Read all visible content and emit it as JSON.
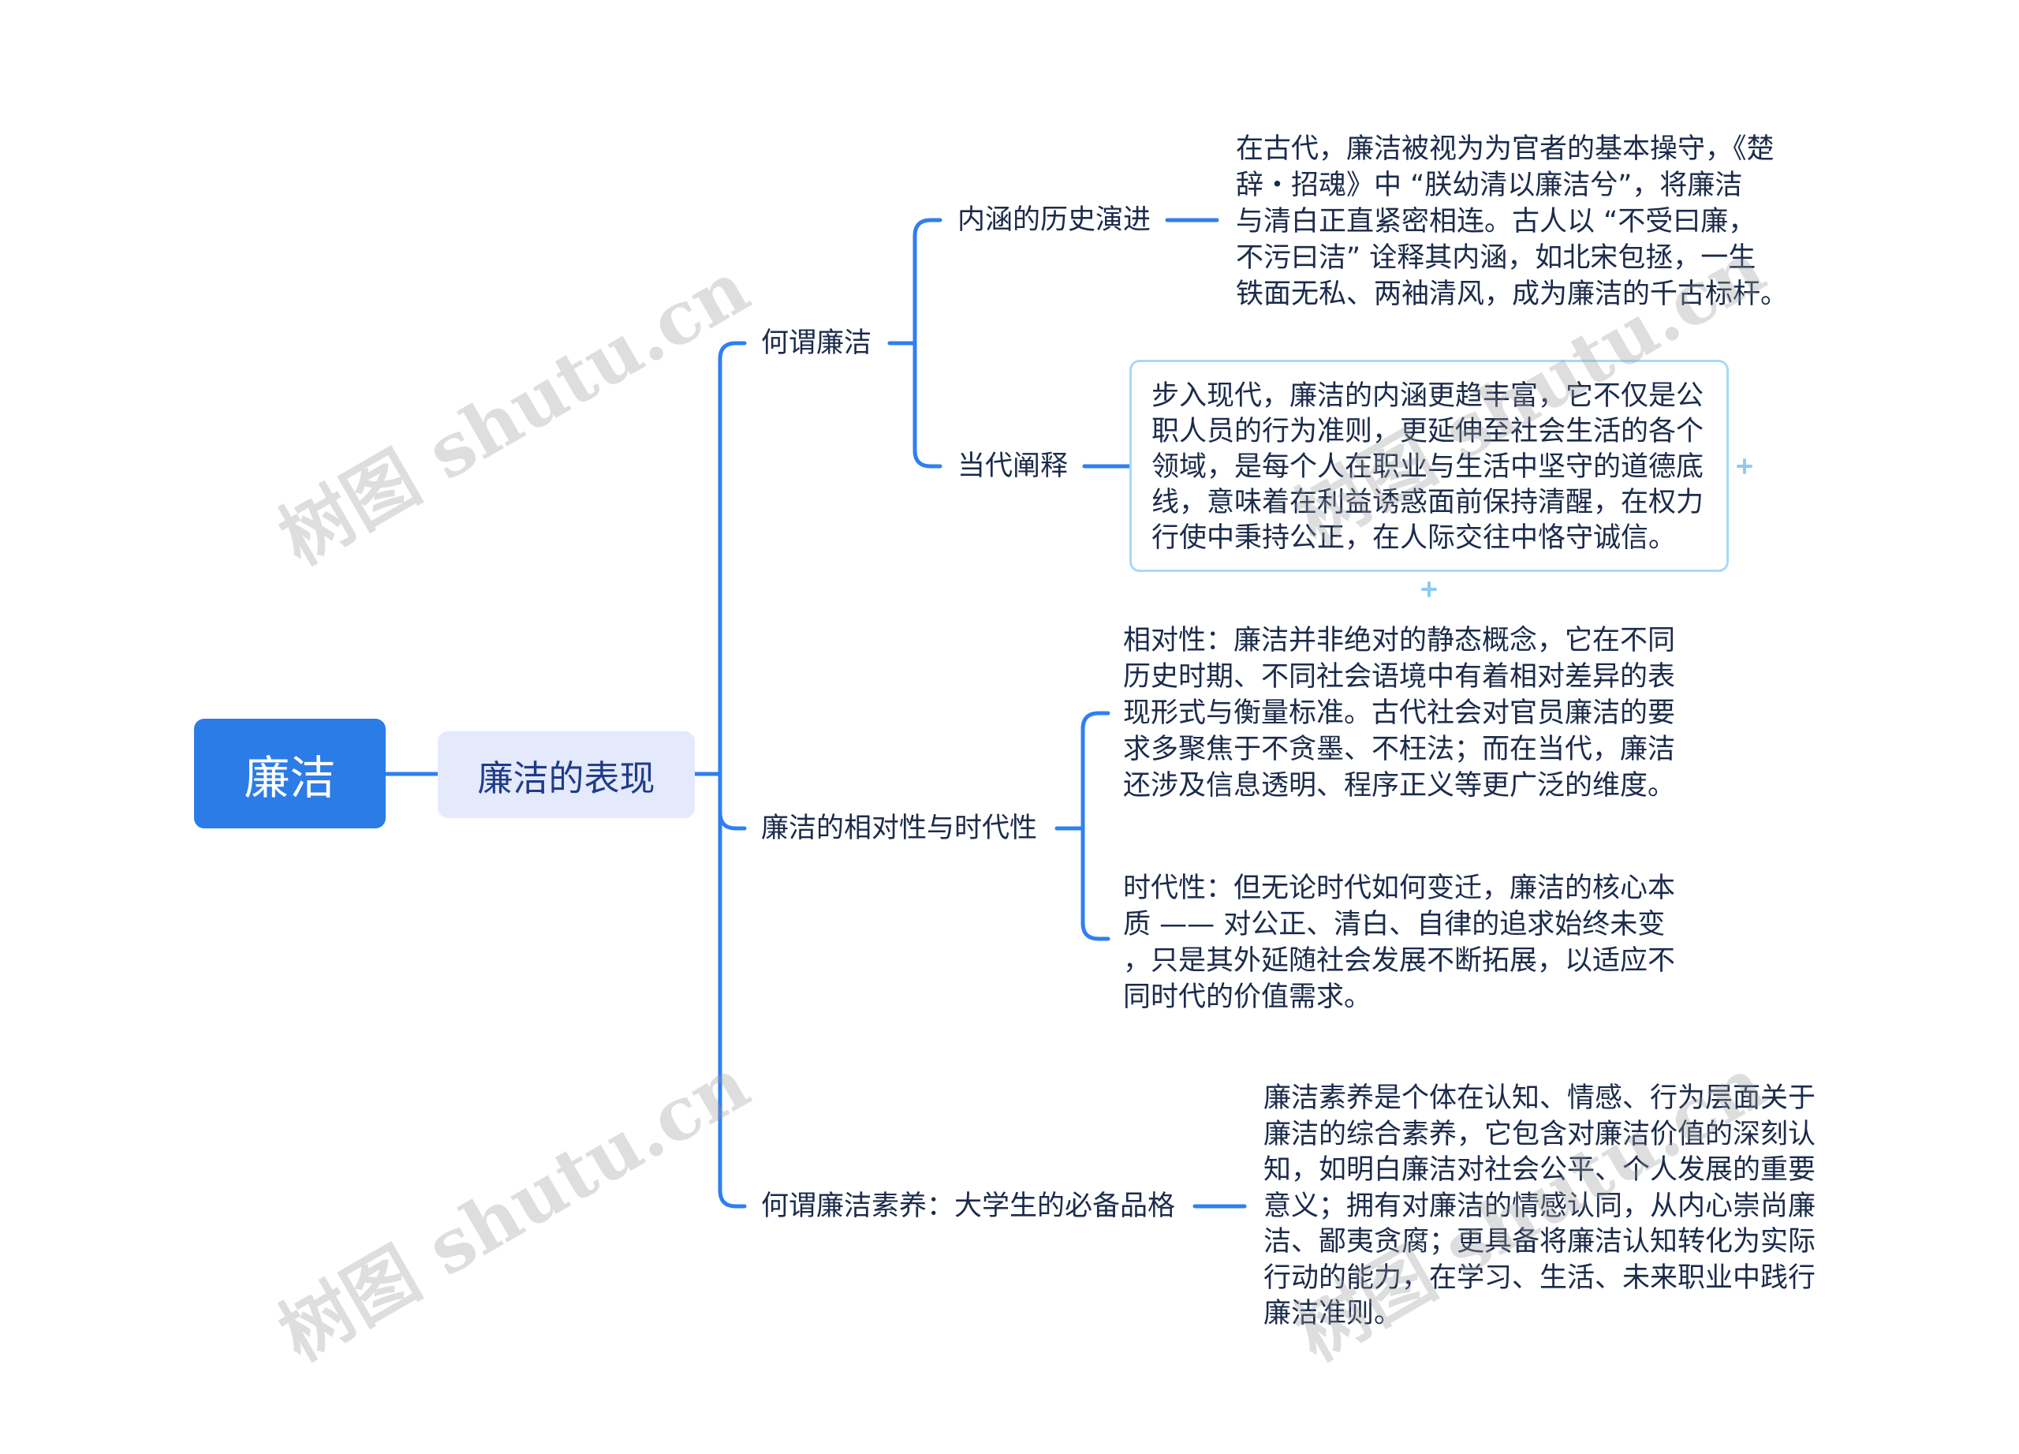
{
  "colors": {
    "line": "#2f7ff0",
    "root_bg": "#2c7ce8",
    "root_text": "#ffffff",
    "main_bg": "#e4e9fb",
    "main_text": "#1f3c88",
    "text": "#1b2b4b",
    "selected_border": "#a8d9f6",
    "plus_icon": "#8fcaf0",
    "watermark": "#9a9a9a"
  },
  "icons": {
    "expand": "plus-icon"
  },
  "watermark": "树图 shutu.cn",
  "root": {
    "label": "廉洁"
  },
  "main": {
    "label": "廉洁的表现"
  },
  "branches": [
    {
      "label": "何谓廉洁",
      "children": [
        {
          "label": "内涵的历史演进",
          "note": [
            "在古代，廉洁被视为为官者的基本操守，《楚",
            "辞・招魂》中 “朕幼清以廉洁兮”，将廉洁",
            "与清白正直紧密相连。古人以 “不受曰廉，",
            "不污曰洁” 诠释其内涵，如北宋包拯，一生",
            "铁面无私、两袖清风，成为廉洁的千古标杆。"
          ]
        },
        {
          "label": "当代阐释",
          "note": [
            "步入现代，廉洁的内涵更趋丰富，它不仅是公",
            "职人员的行为准则，更延伸至社会生活的各个",
            "领域，是每个人在职业与生活中坚守的道德底",
            "线，意味着在利益诱惑面前保持清醒，在权力",
            "行使中秉持公正，在人际交往中恪守诚信。"
          ]
        }
      ]
    },
    {
      "label": "廉洁的相对性与时代性",
      "notes": [
        [
          "相对性：廉洁并非绝对的静态概念，它在不同",
          "历史时期、不同社会语境中有着相对差异的表",
          "现形式与衡量标准。古代社会对官员廉洁的要",
          "求多聚焦于不贪墨、不枉法；而在当代，廉洁",
          "还涉及信息透明、程序正义等更广泛的维度。"
        ],
        [
          "时代性：但无论时代如何变迁，廉洁的核心本",
          "质 —— 对公正、清白、自律的追求始终未变",
          "，只是其外延随社会发展不断拓展，以适应不",
          "同时代的价值需求。"
        ]
      ]
    },
    {
      "label": "何谓廉洁素养：大学生的必备品格",
      "note": [
        "廉洁素养是个体在认知、情感、行为层面关于",
        "廉洁的综合素养，它包含对廉洁价值的深刻认",
        "知，如明白廉洁对社会公平、个人发展的重要",
        "意义；拥有对廉洁的情感认同，从内心崇尚廉",
        "洁、鄙夷贪腐；更具备将廉洁认知转化为实际",
        "行动的能力，在学习、生活、未来职业中践行",
        "廉洁准则。"
      ]
    }
  ]
}
